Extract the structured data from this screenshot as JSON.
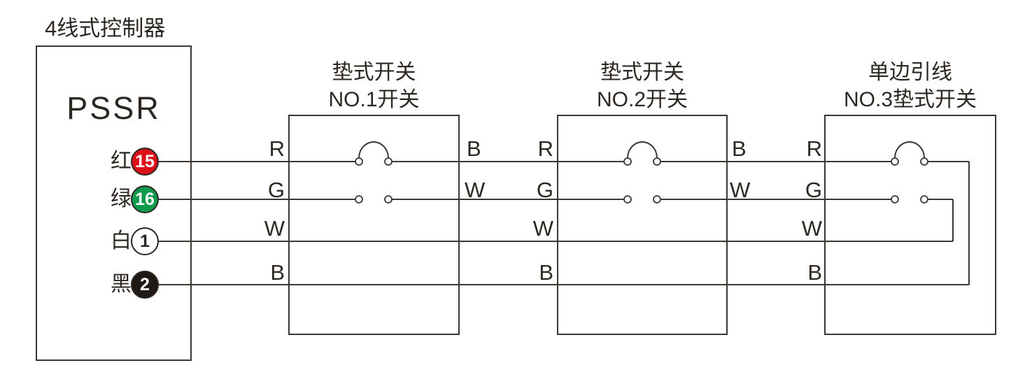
{
  "diagram_title": "4线式控制器",
  "colors": {
    "line": "#3d3733",
    "text": "#2d2722",
    "terminal_red": "#da1118",
    "terminal_green": "#0f9b4c",
    "terminal_white": "#ffffff",
    "terminal_black": "#201813"
  },
  "controller": {
    "label": "PSSR",
    "terminals": [
      {
        "name": "红",
        "pin": "15",
        "fill": "#da1118",
        "text": "#ffffff"
      },
      {
        "name": "绿",
        "pin": "16",
        "fill": "#0f9b4c",
        "text": "#ffffff"
      },
      {
        "name": "白",
        "pin": "1",
        "fill": "#ffffff",
        "text": "#2d2722"
      },
      {
        "name": "黑",
        "pin": "2",
        "fill": "#201813",
        "text": "#ffffff"
      }
    ]
  },
  "switches": [
    {
      "title_line1": "垫式开关",
      "title_line2": "NO.1开关"
    },
    {
      "title_line1": "垫式开关",
      "title_line2": "NO.2开关"
    },
    {
      "title_line1": "单边引线",
      "title_line2": "NO.3垫式开关"
    }
  ],
  "wire_labels": {
    "pre1": {
      "r1": "R",
      "r2": "G",
      "r3": "W",
      "r4": "B"
    },
    "post1": {
      "r1": "B",
      "r2": "W"
    },
    "pre2": {
      "r1": "R",
      "r2": "G",
      "r3": "W",
      "r4": "B"
    },
    "post2": {
      "r1": "B",
      "r2": "W"
    },
    "pre3": {
      "r1": "R",
      "r2": "G",
      "r3": "W",
      "r4": "B"
    }
  }
}
